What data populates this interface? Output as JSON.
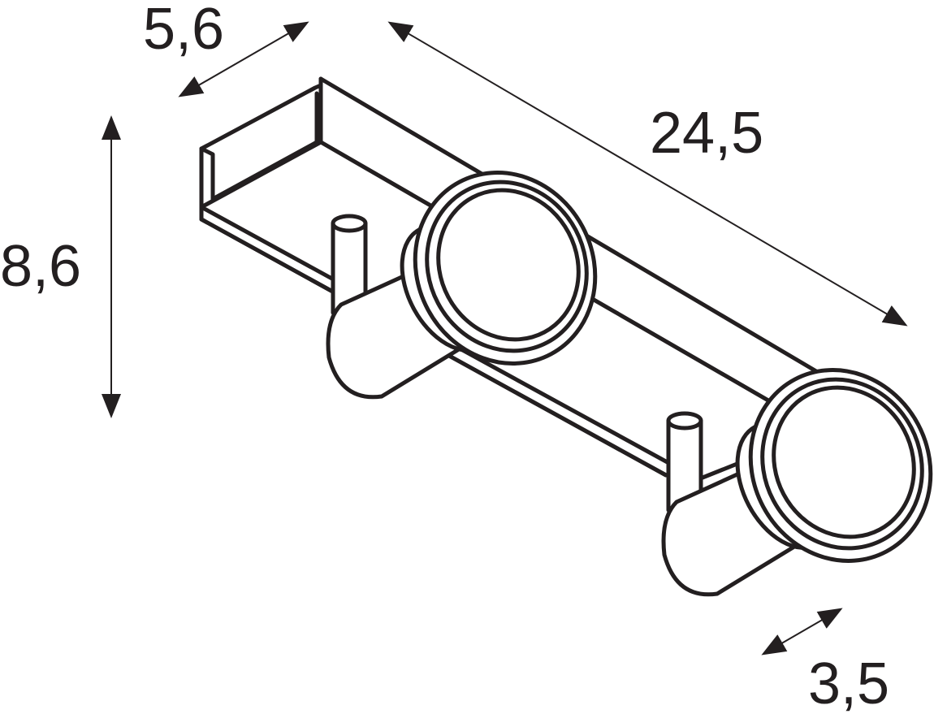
{
  "dimensions": {
    "depth": "5,6",
    "length": "24,5",
    "height": "8,6",
    "spot_diameter": "3,5"
  },
  "colors": {
    "line": "#231f20",
    "background": "#ffffff"
  }
}
